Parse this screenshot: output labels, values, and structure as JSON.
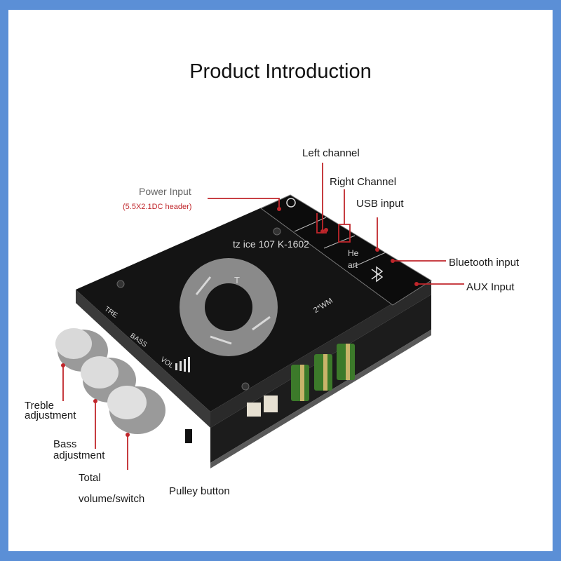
{
  "title": "Product Introduction",
  "labels": {
    "left_channel": "Left channel",
    "right_channel": "Right Channel",
    "usb_input": "USB input",
    "power_input": "Power Input",
    "power_input_sub": "(5.5X2.1DC header)",
    "bluetooth_input": "Bluetooth input",
    "aux_input": "AUX Input",
    "treble_l1": "Treble",
    "treble_l2": "adjustment",
    "bass_l1": "Bass",
    "bass_l2": "adjustment",
    "total_l1": "Total",
    "total_l2": "volume/switch",
    "pulley_button": "Pulley button"
  },
  "board": {
    "model": "tz ice 107 K-1602",
    "knob_tre": "TRE",
    "knob_bass": "BASS",
    "knob_vol": "VOL",
    "power_text": "2*WM",
    "t_mark": "T",
    "heart_l1": "He",
    "heart_l2": "art"
  },
  "colors": {
    "frame": "#5b8fd6",
    "callout_line": "#c0262b",
    "board": "#141414"
  }
}
